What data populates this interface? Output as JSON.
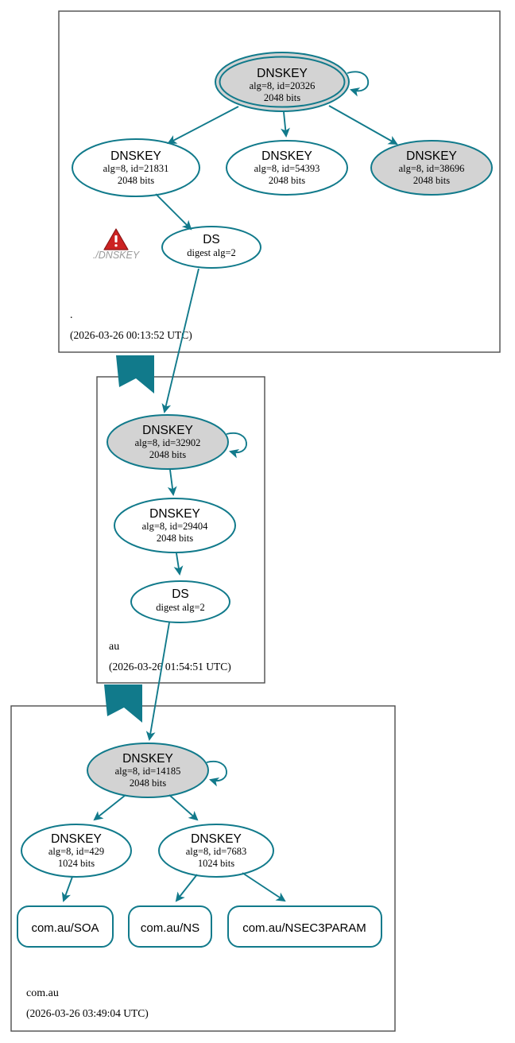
{
  "diagram": {
    "kind": "dnssec-authentication-chain",
    "colors": {
      "edge": "#117a8b",
      "node_stroke": "#117a8b",
      "node_fill_secure": "#d3d3d3",
      "node_fill_plain": "#ffffff",
      "zone_border": "#4d4d4d",
      "warning": "#cc2222",
      "warning_label": "#9a9a9a"
    },
    "zones": [
      {
        "id": "root",
        "name": ".",
        "timestamp": "(2026-03-26 00:13:52 UTC)",
        "nodes": [
          {
            "id": "root-ksk-20326",
            "type": "DNSKEY",
            "title": "DNSKEY",
            "line2": "alg=8, id=20326",
            "line3": "2048 bits",
            "fill": "gray",
            "double_ring": true,
            "self_loop": true
          },
          {
            "id": "root-zsk-21831",
            "type": "DNSKEY",
            "title": "DNSKEY",
            "line2": "alg=8, id=21831",
            "line3": "2048 bits",
            "fill": "white",
            "double_ring": false,
            "self_loop": false
          },
          {
            "id": "root-zsk-54393",
            "type": "DNSKEY",
            "title": "DNSKEY",
            "line2": "alg=8, id=54393",
            "line3": "2048 bits",
            "fill": "white",
            "double_ring": false,
            "self_loop": false
          },
          {
            "id": "root-zsk-38696",
            "type": "DNSKEY",
            "title": "DNSKEY",
            "line2": "alg=8, id=38696",
            "line3": "2048 bits",
            "fill": "gray",
            "double_ring": false,
            "self_loop": false
          },
          {
            "id": "root-ds",
            "type": "DS",
            "title": "DS",
            "line2": "digest alg=2",
            "line3": "",
            "fill": "white",
            "double_ring": false,
            "self_loop": false
          }
        ],
        "warning": {
          "icon": "warning-triangle-icon",
          "label": "./DNSKEY"
        }
      },
      {
        "id": "au",
        "name": "au",
        "timestamp": "(2026-03-26 01:54:51 UTC)",
        "nodes": [
          {
            "id": "au-ksk-32902",
            "type": "DNSKEY",
            "title": "DNSKEY",
            "line2": "alg=8, id=32902",
            "line3": "2048 bits",
            "fill": "gray",
            "double_ring": false,
            "self_loop": true
          },
          {
            "id": "au-zsk-29404",
            "type": "DNSKEY",
            "title": "DNSKEY",
            "line2": "alg=8, id=29404",
            "line3": "2048 bits",
            "fill": "white",
            "double_ring": false,
            "self_loop": false
          },
          {
            "id": "au-ds",
            "type": "DS",
            "title": "DS",
            "line2": "digest alg=2",
            "line3": "",
            "fill": "white",
            "double_ring": false,
            "self_loop": false
          }
        ]
      },
      {
        "id": "comau",
        "name": "com.au",
        "timestamp": "(2026-03-26 03:49:04 UTC)",
        "nodes": [
          {
            "id": "comau-ksk-14185",
            "type": "DNSKEY",
            "title": "DNSKEY",
            "line2": "alg=8, id=14185",
            "line3": "2048 bits",
            "fill": "gray",
            "double_ring": false,
            "self_loop": true
          },
          {
            "id": "comau-zsk-429",
            "type": "DNSKEY",
            "title": "DNSKEY",
            "line2": "alg=8, id=429",
            "line3": "1024 bits",
            "fill": "white",
            "double_ring": false,
            "self_loop": false
          },
          {
            "id": "comau-zsk-7683",
            "type": "DNSKEY",
            "title": "DNSKEY",
            "line2": "alg=8, id=7683",
            "line3": "1024 bits",
            "fill": "white",
            "double_ring": false,
            "self_loop": false
          }
        ],
        "rrsets": [
          {
            "id": "rr-soa",
            "label": "com.au/SOA"
          },
          {
            "id": "rr-ns",
            "label": "com.au/NS"
          },
          {
            "id": "rr-nsec3param",
            "label": "com.au/NSEC3PARAM"
          }
        ]
      }
    ]
  }
}
